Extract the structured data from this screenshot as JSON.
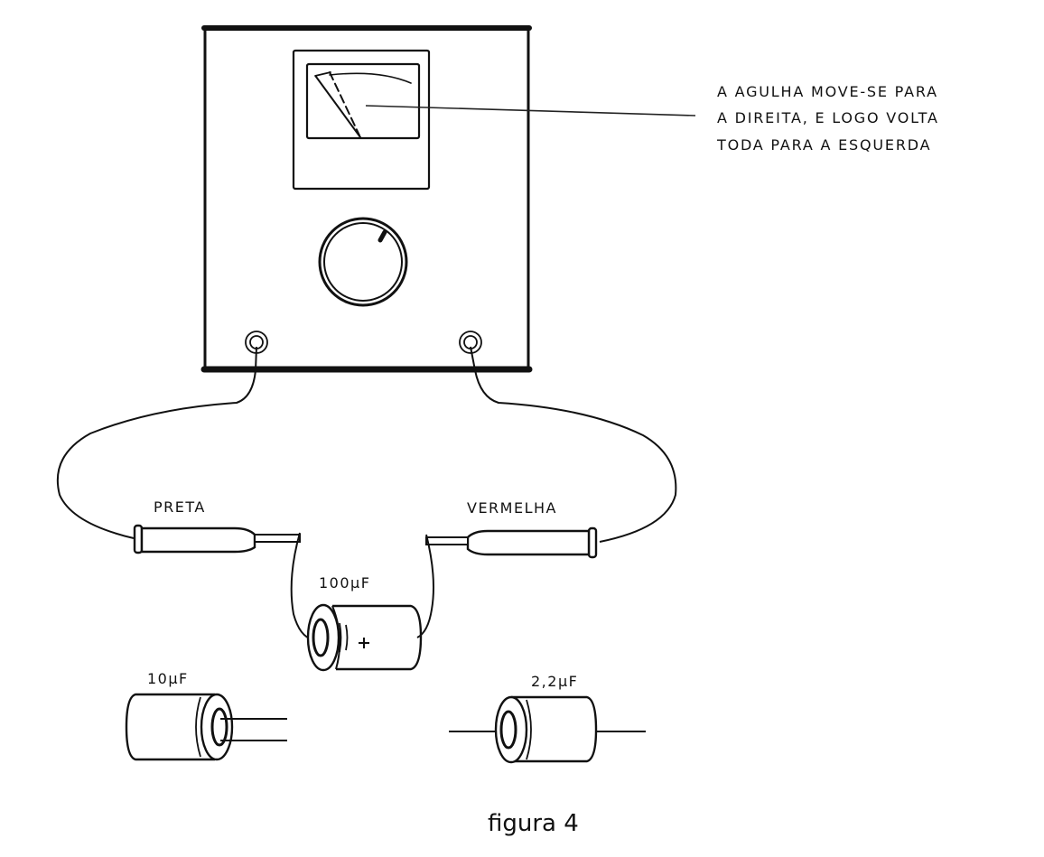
{
  "figure": {
    "caption": "figura 4",
    "annotation": {
      "lines": [
        "A AGULHA MOVE-SE PARA",
        "A DIREITA, E LOGO VOLTA",
        "TODA PARA A ESQUERDA"
      ]
    },
    "probes": {
      "left_label": "PRETA",
      "right_label": "VERMELHA"
    },
    "capacitors": [
      {
        "id": "connected",
        "value_label": "100µF",
        "polarity_mark": "+"
      },
      {
        "id": "left",
        "value_label": "10µF"
      },
      {
        "id": "right",
        "value_label": "2,2µF"
      }
    ],
    "colors": {
      "ink": "#111111",
      "background": "#ffffff"
    }
  }
}
